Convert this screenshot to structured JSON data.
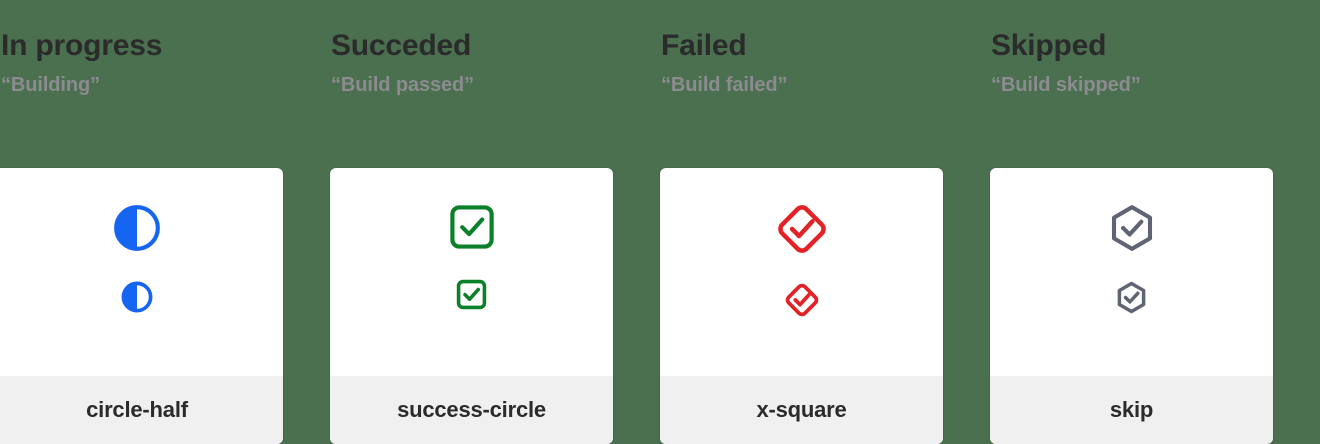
{
  "page": {
    "background_color": "#4a7050",
    "card_background": "#ffffff",
    "footer_background": "#f0f0f0"
  },
  "columns": [
    {
      "title": "In progress",
      "subtitle": "“Building”",
      "icon_name": "circle-half-icon",
      "icon_label": "circle-half",
      "color": "#1565f2"
    },
    {
      "title": "Succeded",
      "subtitle": "“Build passed”",
      "icon_name": "success-circle-icon",
      "icon_label": "success-circle",
      "color": "#0a8029"
    },
    {
      "title": "Failed",
      "subtitle": "“Build failed”",
      "icon_name": "x-square-icon",
      "icon_label": "x-square",
      "color": "#e32227"
    },
    {
      "title": "Skipped",
      "subtitle": "“Build skipped”",
      "icon_name": "skip-icon",
      "icon_label": "skip",
      "color": "#5f6472"
    }
  ]
}
